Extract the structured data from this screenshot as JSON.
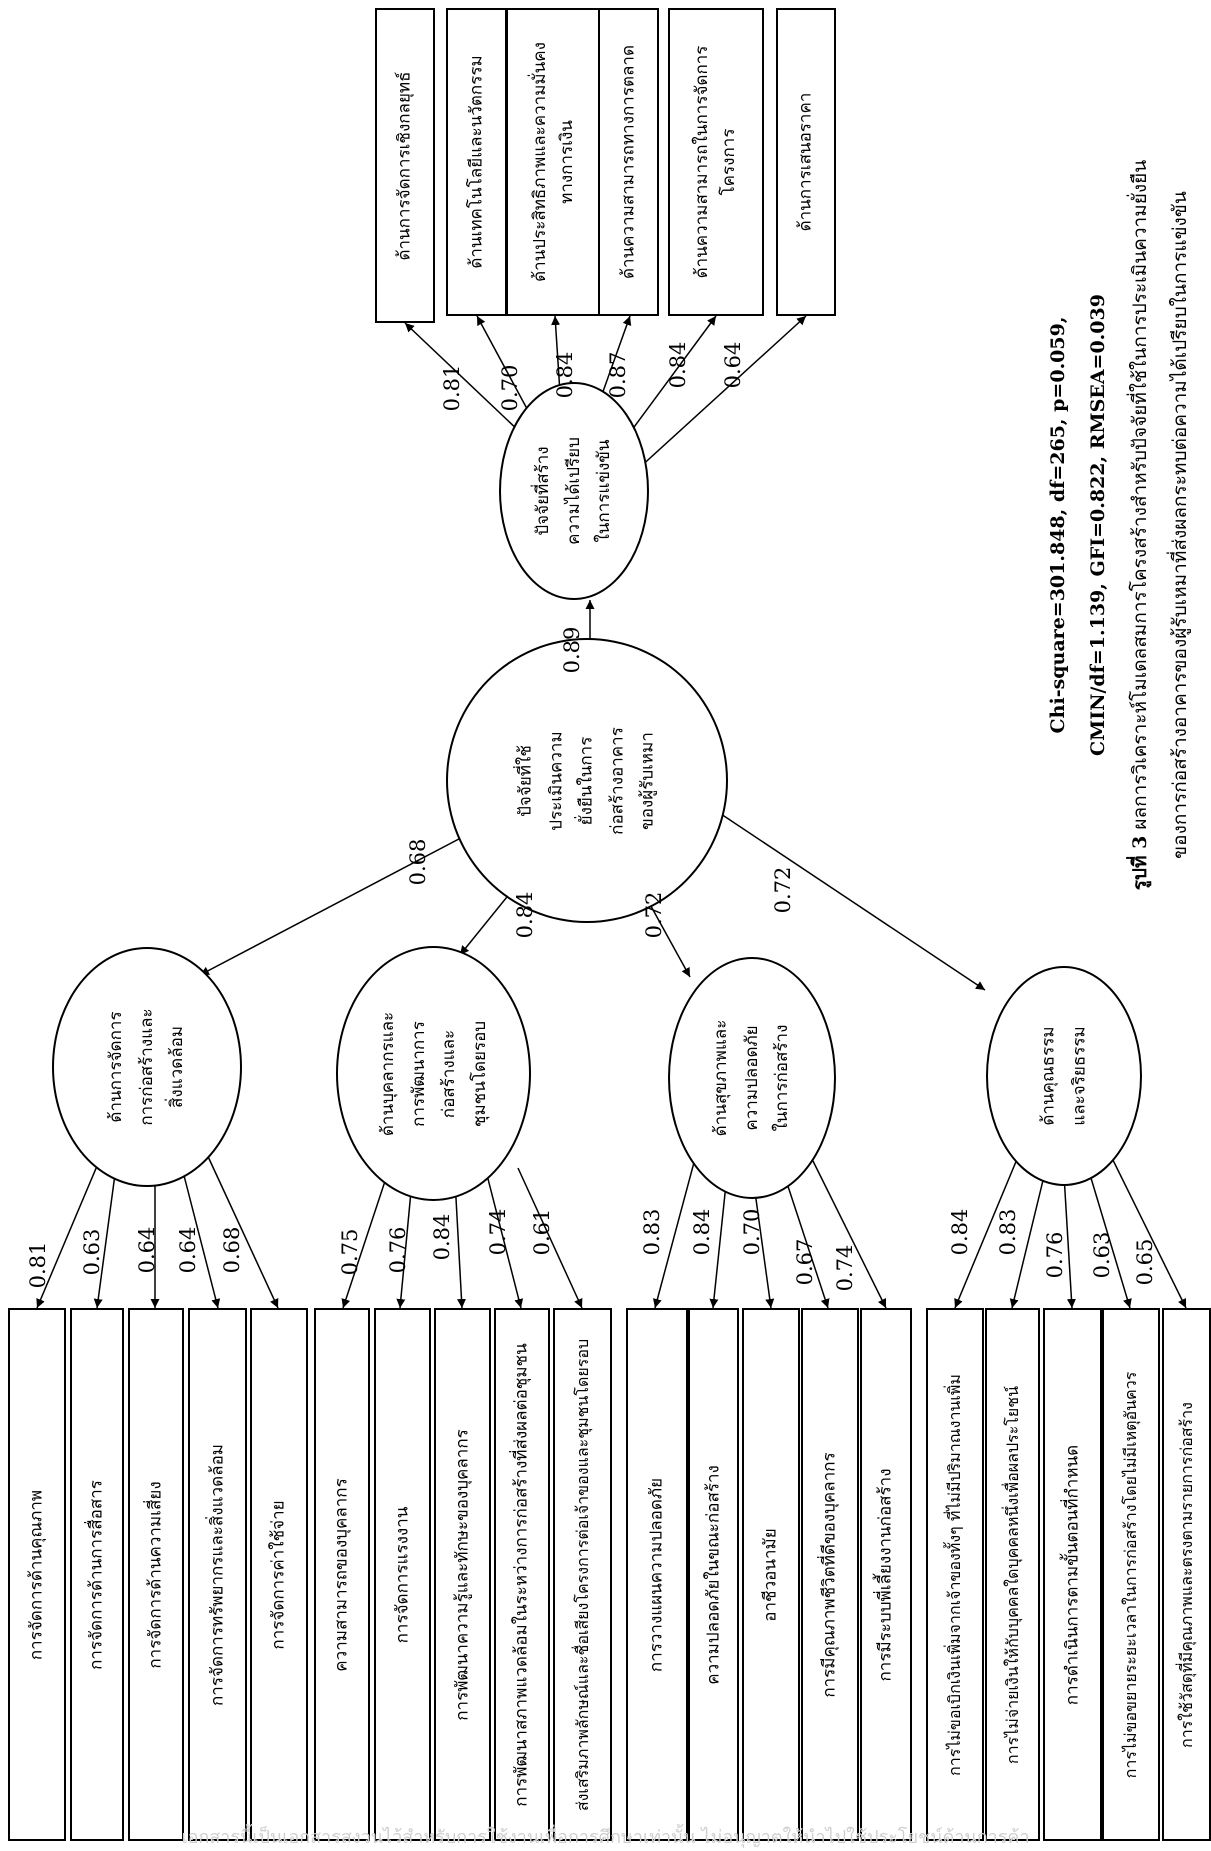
{
  "indicators_top": [
    "ด้านการจัดการเชิงกลยุทธ์",
    "ด้านเทคโนโลยีและนวัตกรรม",
    "ด้านประสิทธิภาพและความมั่นคง\nทางการเงิน",
    "ด้านความสามารถทางการตลาด",
    "ด้านความสามารถในการจัดการ\nโครงการ",
    "ด้านการเสนอราคา"
  ],
  "latent": {
    "top": "ปัจจัยที่สร้าง\nความได้เปรียบ\nในการแข่งขัน",
    "center": "ปัจจัยที่ใช้\nประเมินความ\nยั่งยืนในการ\nก่อสร้างอาคาร\nของผู้รับเหมา",
    "env": "ด้านการจัดการ\nการก่อสร้างและ\nสิ่งแวดล้อม",
    "hr": "ด้านบุคลากรและ\nการพัฒนาการ\nก่อสร้างและ\nชุมชนโดยรอบ",
    "safety": "ด้านสุขภาพและ\nความปลอดภัย\nในการก่อสร้าง",
    "ethics": "ด้านคุณธรรม\nและจริยธรรม"
  },
  "loadings_top": [
    "0.81",
    "0.70",
    "0.84",
    "0.87",
    "0.84",
    "0.64"
  ],
  "path_top": "0.89",
  "path_env": "0.68",
  "path_hr": "0.84",
  "path_safety": "0.72",
  "path_ethics": "0.72",
  "groups_bottom": [
    {
      "loadings": [
        "0.81",
        "0.63",
        "0.64",
        "0.64",
        "0.68"
      ],
      "items": [
        "การจัดการด้านคุณภาพ",
        "การจัดการด้านการสื่อสาร",
        "การจัดการด้านความเสี่ยง",
        "การจัดการทรัพยากรและสิ่งแวดล้อม",
        "การจัดการค่าใช้จ่าย"
      ]
    },
    {
      "loadings": [
        "0.75",
        "0.76",
        "0.84",
        "0.74",
        "0.61"
      ],
      "items": [
        "ความสามารถของบุคลากร",
        "การจัดการแรงงาน",
        "การพัฒนาความรู้และทักษะของบุคลากร",
        "การพัฒนาสภาพแวดล้อมในระหว่างการก่อสร้างที่ส่งผลต่อชุมชน",
        "ส่งเสริมภาพลักษณ์และชื่อเสียงโครงการต่อเจ้าของและชุมชนโดยรอบ"
      ]
    },
    {
      "loadings": [
        "0.83",
        "0.84",
        "0.70",
        "0.67",
        "0.74"
      ],
      "items": [
        "การวางแผนความปลอดภัย",
        "ความปลอดภัยในขณะก่อสร้าง",
        "อาชีวอนามัย",
        "การมีคุณภาพชีวิตที่ดีของบุคลากร",
        "การมีระบบพี่เลี้ยงงานก่อสร้าง"
      ]
    },
    {
      "loadings": [
        "0.84",
        "0.83",
        "0.76",
        "0.63",
        "0.65"
      ],
      "items": [
        "การไม่ขอเบิกเงินเพิ่มจากเจ้าของทั้งๆ ที่ไม่มีปริมาณงานเพิ่ม",
        "การไม่จ่ายเงินให้กับบุคคลใดบุคคลหนึ่งเพื่อผลประโยชน์",
        "การดำเนินการตามขั้นตอนที่กำหนด",
        "การไม่ขอขยายระยะเวลาในการก่อสร้างโดยไม่มีเหตุอันควร",
        "การใช้วัสดุที่มีคุณภาพและตรงตามรายการก่อสร้าง"
      ]
    }
  ],
  "fit_line1": "Chi-square=301.848, df=265, p=0.059,",
  "fit_line2": "CMIN/df=1.139, GFI=0.822, RMSEA=0.039",
  "caption_label": "รูปที่ 3",
  "caption_line1": " ผลการวิเคราะห์โมเดลสมการโครงสร้างสำหรับปัจจัยที่ใช้ในการประเมินความยั่งยืน",
  "caption_line2": "ของการก่อสร้างอาคารของผู้รับเหมาที่ส่งผลกระทบต่อความได้เปรียบในการแข่งขัน",
  "footer": "เอกสารนี้เป็นเอกสารสงวนไว้สำหรับการใช้งานเพื่อการศึกษาเท่านั้น ไม่อนุญาตให้นำไปใช้ประโยชน์ด้านการค้า"
}
